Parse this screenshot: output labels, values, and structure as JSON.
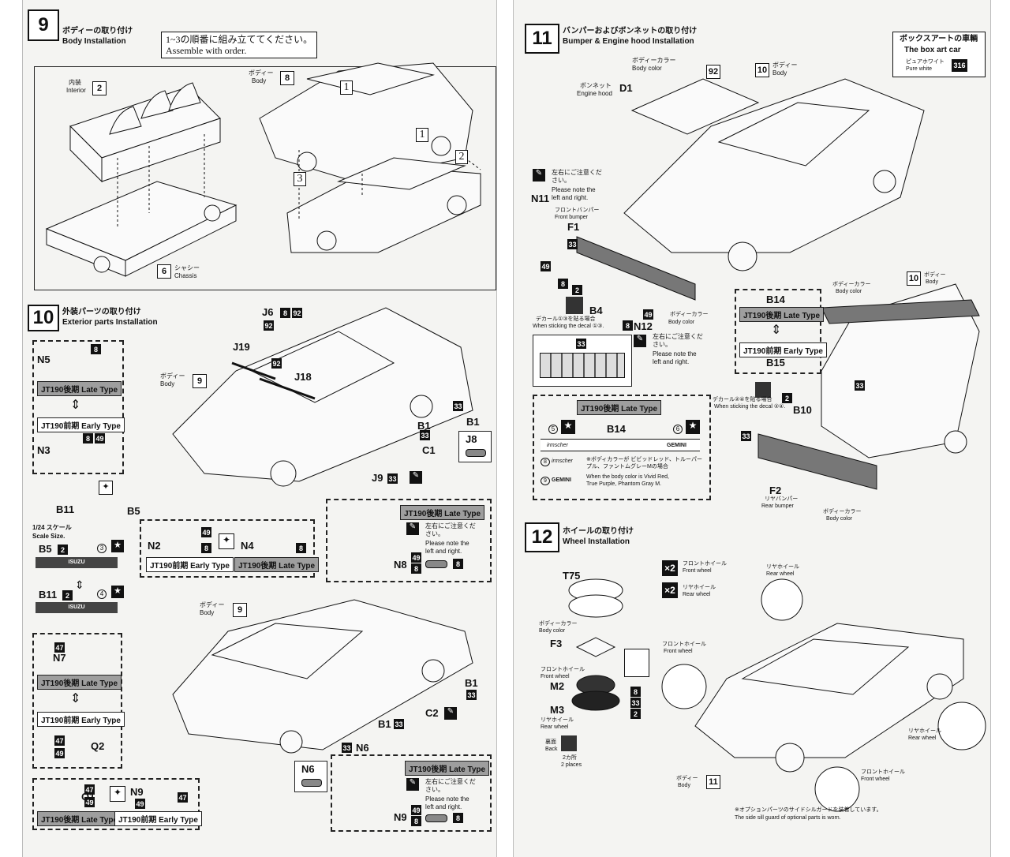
{
  "step9": {
    "number": "9",
    "title_jp": "ボディーの取り付け",
    "title_en": "Body Installation",
    "note_jp": "1~3の順番に組み立ててください。",
    "note_en": "Assemble with order.",
    "parts": {
      "interior": {
        "jp": "内装",
        "en": "Interior",
        "num": "2"
      },
      "body": {
        "jp": "ボディー",
        "en": "Body",
        "num": "8"
      },
      "chassis": {
        "jp": "シャシー",
        "en": "Chassis",
        "num": "6"
      }
    },
    "order_marks": [
      "1",
      "1",
      "2",
      "3"
    ]
  },
  "step10": {
    "number": "10",
    "title_jp": "外装パーツの取り付け",
    "title_en": "Exterior parts Installation",
    "body": {
      "jp": "ボディー",
      "en": "Body",
      "num": "9"
    },
    "parts": [
      "J6",
      "J19",
      "J18",
      "B1",
      "B1",
      "C1",
      "J9",
      "N5",
      "N3",
      "B11",
      "B5",
      "N2",
      "N4",
      "N8",
      "N7",
      "Q2",
      "C2",
      "J8",
      "B1",
      "B1",
      "N6",
      "Q1",
      "N9"
    ],
    "color_codes": [
      "8",
      "92",
      "92",
      "92",
      "33",
      "33",
      "8",
      "8",
      "49",
      "49",
      "8",
      "8",
      "49",
      "8",
      "47",
      "47",
      "49",
      "33",
      "33",
      "33",
      "47",
      "49",
      "47",
      "49",
      "8",
      "8"
    ],
    "late_type": "JT190後期 Late Type",
    "early_type": "JT190前期 Early Type",
    "scale_title": "1/24 スケール",
    "scale_sub": "Scale Size.",
    "scale_items": [
      {
        "part": "B5",
        "color": "2",
        "decal": "3",
        "plate": "ISUZU"
      },
      {
        "part": "B11",
        "color": "2",
        "decal": "4",
        "plate": "ISUZU"
      }
    ],
    "note_jp": "左右にご注意ください。",
    "note_en1": "Please note the",
    "note_en2": "left and right."
  },
  "step11": {
    "number": "11",
    "title_jp": "バンパーおよびボンネットの取り付け",
    "title_en": "Bumper & Engine hood Installation",
    "box_art": {
      "jp": "ボックスアートの車輌",
      "en": "The box art car",
      "color_jp": "ピュアホワイト",
      "color_en": "Pure white",
      "code": "316"
    },
    "hood": {
      "part": "D1",
      "jp": "ボンネット",
      "en": "Engine hood",
      "color_jp": "ボディーカラー",
      "color_en": "Body color",
      "code": "92"
    },
    "body": {
      "jp": "ボディー",
      "en": "Body",
      "num": "10"
    },
    "front_bumper": {
      "part": "F1",
      "jp": "フロントバンパー",
      "en": "Front bumper",
      "color_jp": "ボディーカラー",
      "color_en": "Body color"
    },
    "rear_bumper": {
      "part": "F2",
      "jp": "リヤバンパー",
      "en": "Rear bumper",
      "color_jp": "ボディーカラー",
      "color_en": "Body color"
    },
    "parts": [
      "N11",
      "B4",
      "N12",
      "B14",
      "B15",
      "B10"
    ],
    "codes": [
      "33",
      "49",
      "8",
      "2",
      "49",
      "8",
      "33",
      "33",
      "2",
      "33"
    ],
    "note_jp": "左右にご注意ください。",
    "note_en1": "Please note the",
    "note_en2": "left and right.",
    "decal1_jp": "デカール①③を貼る場合",
    "decal1_en": "When sticking the decal ①③.",
    "decal2_jp": "デカール②④を貼る場合",
    "decal2_en": "When sticking the decal ②④.",
    "late_type": "JT190後期 Late Type",
    "early_type": "JT190前期 Early Type",
    "b14_box": {
      "header": "JT190後期 Late Type",
      "part": "B14",
      "decal_left": "5",
      "decal_right": "6",
      "script_left": "irmscher",
      "script_right": "GEMINI",
      "legend_jp": "※ボディカラーが ビビッドレッド、トルーパープル、ファントムグレーMの場合",
      "legend_en1": "When the body color is Vivid Red,",
      "legend_en2": "True Purple, Phantom Gray M.",
      "legend_marks": [
        "8",
        "9"
      ],
      "legend_names": [
        "irmscher",
        "GEMINI"
      ]
    }
  },
  "step12": {
    "number": "12",
    "title_jp": "ホイールの取り付け",
    "title_en": "Wheel Installation",
    "tire": "T75",
    "f3": {
      "part": "F3",
      "jp": "ボディーカラー",
      "en": "Body color"
    },
    "m2": {
      "part": "M2",
      "jp": "フロントホイール",
      "en": "Front wheel"
    },
    "m3": {
      "part": "M3",
      "jp": "リヤホイール",
      "en": "Rear wheel"
    },
    "back": {
      "jp": "裏面",
      "en": "Back",
      "places_jp": "2カ所",
      "places_en": "2 places"
    },
    "codes": [
      "8",
      "33",
      "2"
    ],
    "front_count": "2",
    "rear_count": "2",
    "front_jp": "フロントホイール",
    "front_en": "Front wheel",
    "rear_jp": "リヤホイール",
    "rear_en": "Rear wheel",
    "body": {
      "jp": "ボディー",
      "en": "Body",
      "num": "11"
    },
    "footnote_jp": "※オプションパーツのサイドシルガードを装着しています。",
    "footnote_en": "The side sill guard of optional parts is worn."
  }
}
